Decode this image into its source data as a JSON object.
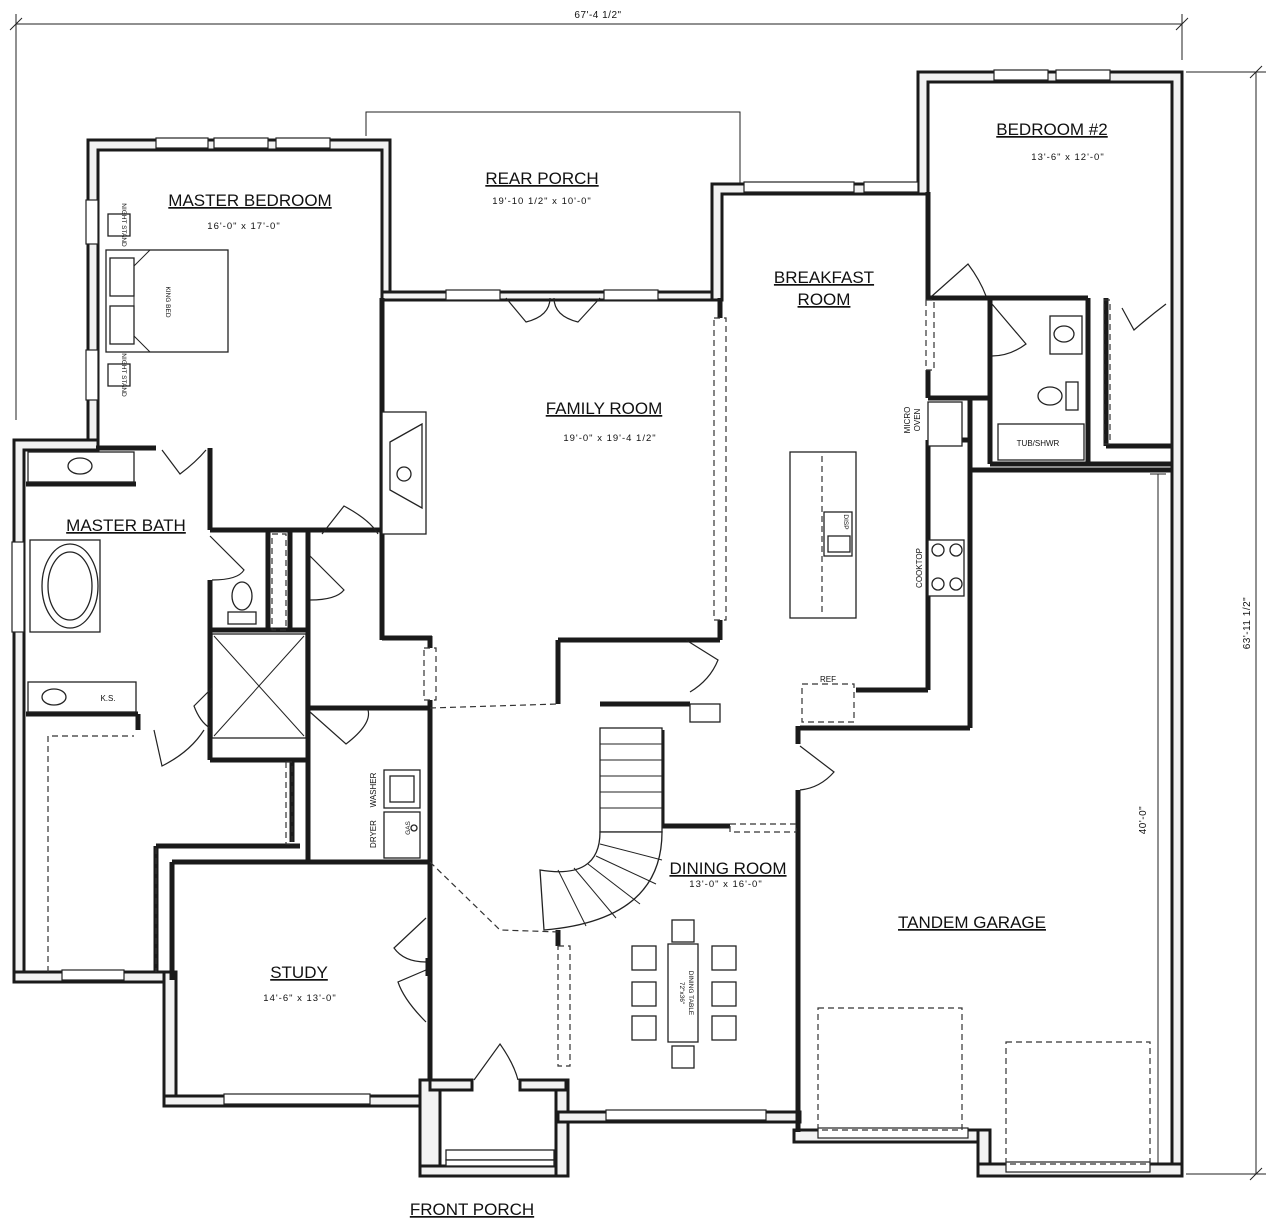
{
  "dimensions": {
    "overall_width": "67'-4 1/2\"",
    "overall_depth": "63'-11 1/2\"",
    "garage_depth": "40'-0\""
  },
  "rooms": {
    "master_bedroom": {
      "name": "MASTER BEDROOM",
      "size": "16'-0\" x 17'-0\""
    },
    "rear_porch": {
      "name": "REAR PORCH",
      "size": "19'-10 1/2\" x 10'-0\""
    },
    "bedroom_2": {
      "name": "BEDROOM #2",
      "size": "13'-6\" x 12'-0\""
    },
    "breakfast_room": {
      "name_line1": "BREAKFAST",
      "name_line2": "ROOM"
    },
    "family_room": {
      "name": "FAMILY ROOM",
      "size": "19'-0\" x 19'-4 1/2\""
    },
    "master_bath": {
      "name": "MASTER BATH"
    },
    "dining_room": {
      "name": "DINING ROOM",
      "size": "13'-0\" x 16'-0\""
    },
    "study": {
      "name": "STUDY",
      "size": "14'-6\" x 13'-0\""
    },
    "tandem_garage": {
      "name": "TANDEM GARAGE"
    },
    "front_porch": {
      "name": "FRONT PORCH"
    }
  },
  "fixtures": {
    "king_bed": "KING BED",
    "night_stand": "NIGHT STAND",
    "micro_oven_line1": "MICRO",
    "micro_oven_line2": "OVEN",
    "cooktop": "COOKTOP",
    "ref": "REF",
    "tub_shower": "TUB/SHWR",
    "ks": "K.S.",
    "washer": "WASHER",
    "dryer": "DRYER",
    "gas": "GAS",
    "disp": "DISP",
    "dining_table_line1": "72\"x36\"",
    "dining_table_line2": "DINING TABLE"
  }
}
